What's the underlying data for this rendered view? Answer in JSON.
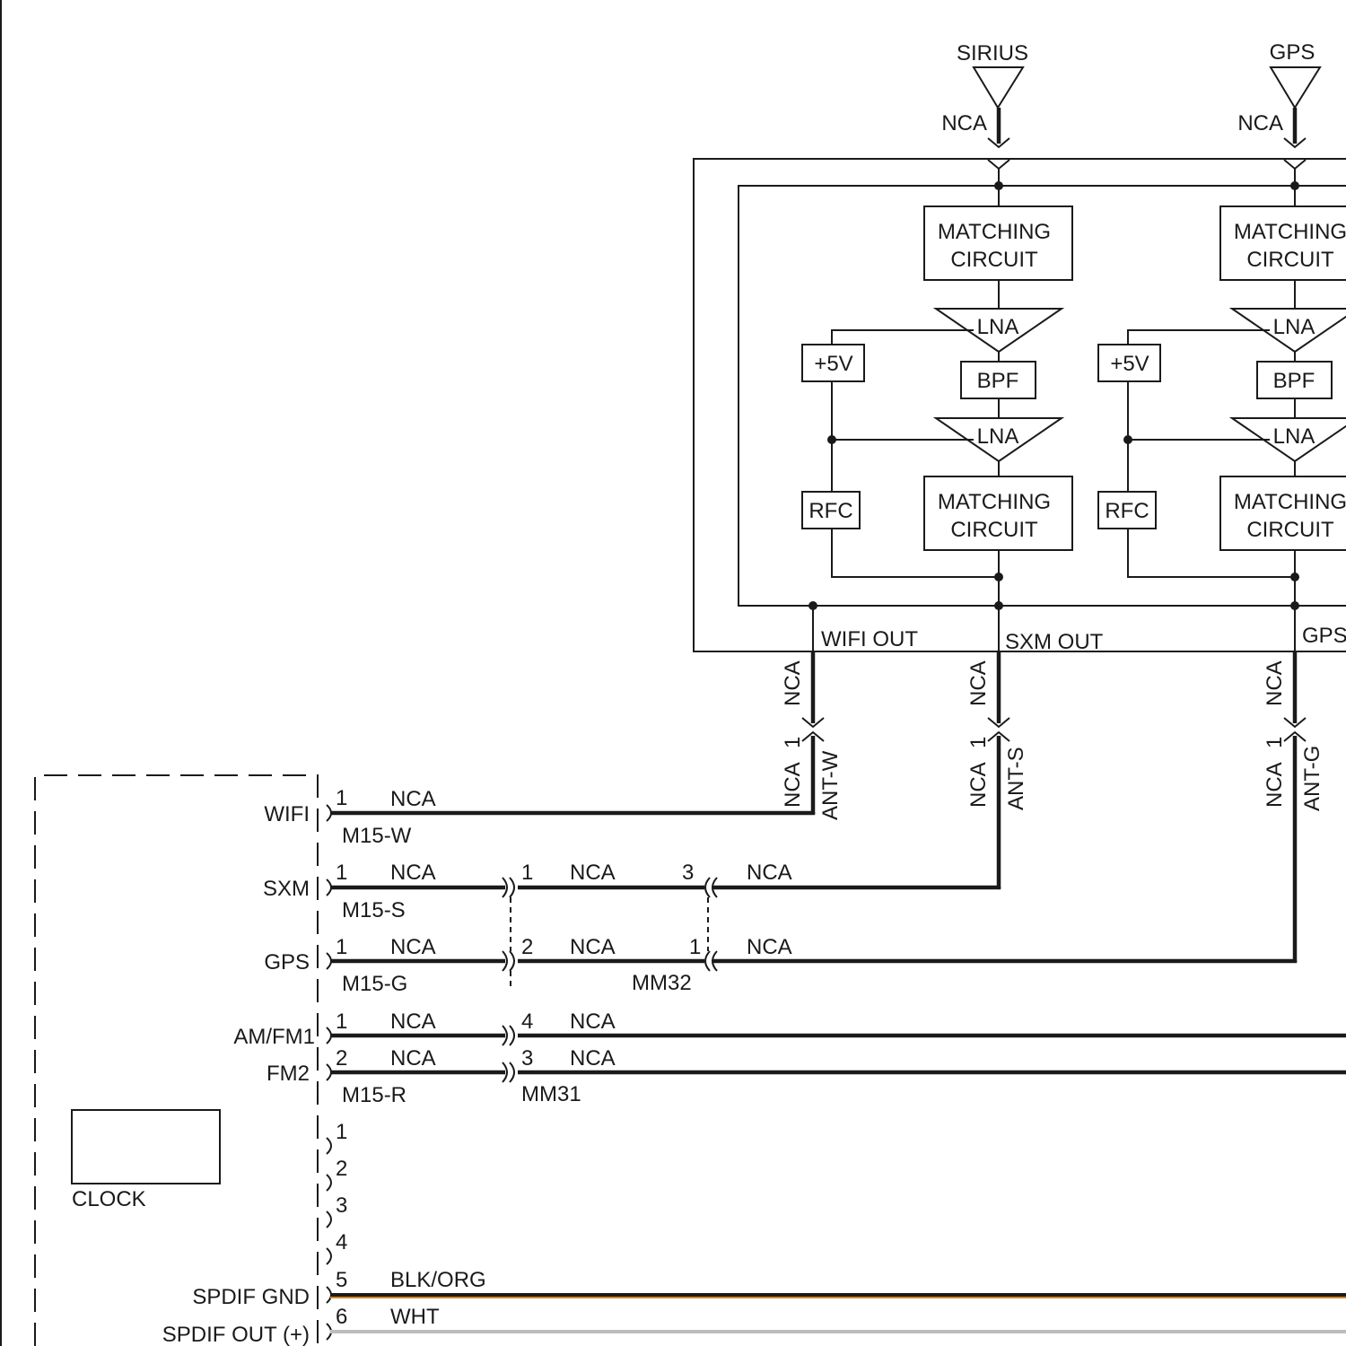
{
  "antennas": {
    "sirius": "SIRIUS",
    "gps": "GPS",
    "nca": "NCA"
  },
  "module": {
    "matching": [
      "MATCHING",
      "CIRCUIT"
    ],
    "lna": "LNA",
    "bpf": "BPF",
    "plus5v": "+5V",
    "rfc": "RFC",
    "outputs": {
      "wifi": "WIFI OUT",
      "sxm": "SXM OUT",
      "gps": "GPS"
    }
  },
  "cables": {
    "nca": "NCA",
    "pin": "1",
    "connectors": [
      "ANT-W",
      "ANT-S",
      "ANT-G"
    ]
  },
  "unit": {
    "pins": {
      "wifi": "WIFI",
      "sxm": "SXM",
      "gps": "GPS",
      "amfm1": "AM/FM1",
      "fm2": "FM2",
      "spdif_gnd": "SPDIF GND",
      "spdif_out": "SPDIF OUT (+)"
    },
    "clock": "CLOCK"
  },
  "wiring": {
    "nca": "NCA",
    "connectors": {
      "m15w": "M15-W",
      "m15s": "M15-S",
      "m15g": "M15-G",
      "m15r": "M15-R",
      "mm32": "MM32",
      "mm31": "MM31"
    },
    "spdif_gnd_color": "BLK/ORG",
    "spdif_out_color": "WHT",
    "pin_numbers": [
      "1",
      "2",
      "3",
      "4",
      "5",
      "6"
    ]
  },
  "colors": {
    "ink": "#1a1a1a",
    "blk_org_accent": "#d08a2a",
    "wht_shadow": "#bdbdbd"
  }
}
